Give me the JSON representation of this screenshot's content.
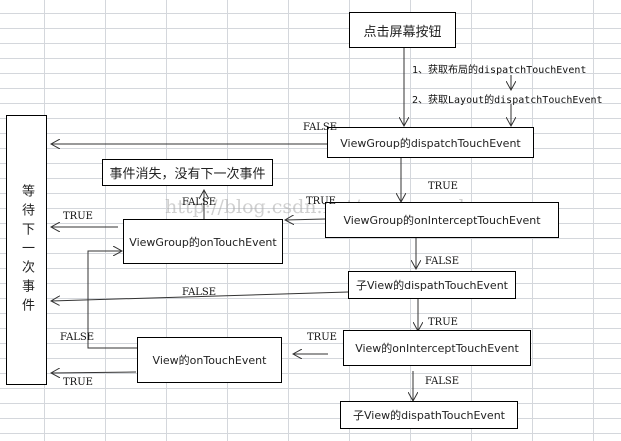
{
  "nodes": {
    "click_screen": "点击屏幕按钮",
    "viewgroup_dispatch": "ViewGroup的dispatchTouchEvent",
    "viewgroup_intercept": "ViewGroup的onInterceptTouchEvent",
    "viewgroup_ontouch": "ViewGroup的onTouchEvent",
    "event_gone": "事件消失，没有下一次事件",
    "child_dispatch_1": "子View的dispathTouchEvent",
    "view_intercept": "View的onInterceptTouchEvent",
    "view_ontouch": "View的onTouchEvent",
    "child_dispatch_2": "子View的dispathTouchEvent",
    "wait_next": "等待下一次事件"
  },
  "notes": {
    "step1": "1、获取布局的dispatchTouchEvent",
    "step2": "2、获取Layout的dispatchTouchEvent"
  },
  "edge_labels": {
    "vg_dispatch_false": "FALSE",
    "vg_dispatch_true": "TRUE",
    "vg_intercept_true": "TRUE",
    "vg_intercept_false": "FALSE",
    "vg_ontouch_true": "TRUE",
    "vg_ontouch_false": "FALSE",
    "child_dispatch_false": "FALSE",
    "child_dispatch_true": "TRUE",
    "view_intercept_true": "TRUE",
    "view_intercept_false": "FALSE",
    "view_ontouch_false": "FALSE",
    "view_ontouch_true": "TRUE"
  },
  "watermark": "http://blog.csdn.net/awangyunke"
}
